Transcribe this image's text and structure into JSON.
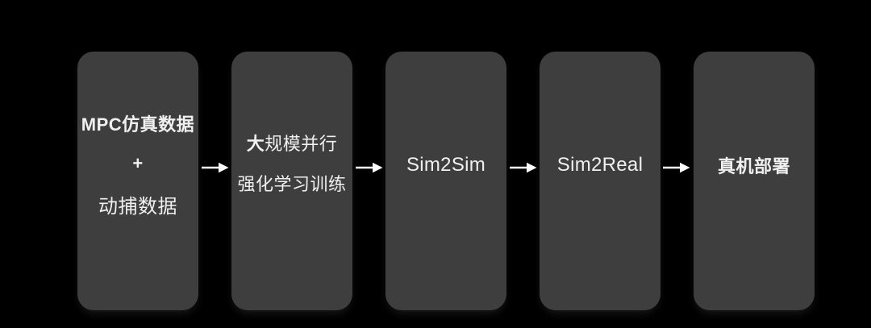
{
  "page": {
    "background_color": "#000000"
  },
  "diagram": {
    "type": "flowchart",
    "direction": "left-to-right",
    "box_color": "#3e3e3e",
    "text_color": "#f0f0f0",
    "arrow_color": "#ffffff",
    "nodes": [
      {
        "id": "training-data",
        "lines": [
          {
            "segments": [
              {
                "text": "MPC仿真数据",
                "bold": true
              }
            ]
          },
          {
            "segments": [
              {
                "text": "+",
                "bold": true
              }
            ]
          },
          {
            "segments": [
              {
                "text": "动捕数据",
                "bold": false
              }
            ]
          }
        ]
      },
      {
        "id": "rl-training",
        "lines": [
          {
            "segments": [
              {
                "text": "大",
                "bold": true
              },
              {
                "text": "规模并行",
                "bold": false
              }
            ]
          },
          {
            "segments": [
              {
                "text": "强化学习训练",
                "bold": false
              }
            ]
          }
        ]
      },
      {
        "id": "sim2sim",
        "lines": [
          {
            "segments": [
              {
                "text": "Sim2Sim",
                "bold": false
              }
            ]
          }
        ]
      },
      {
        "id": "sim2real",
        "lines": [
          {
            "segments": [
              {
                "text": "Sim2Real",
                "bold": false
              }
            ]
          }
        ]
      },
      {
        "id": "real-deployment",
        "lines": [
          {
            "segments": [
              {
                "text": "真机部署",
                "bold": true
              }
            ]
          }
        ]
      }
    ]
  }
}
